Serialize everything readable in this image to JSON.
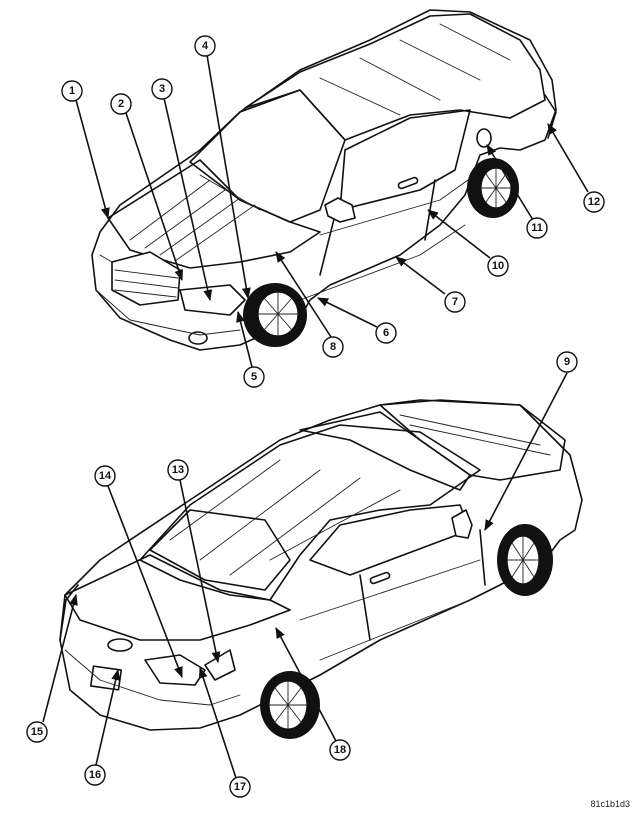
{
  "figure_id": "81c1b1d3",
  "callouts": [
    "1",
    "2",
    "3",
    "4",
    "5",
    "6",
    "7",
    "8",
    "9",
    "10",
    "11",
    "12",
    "13",
    "14",
    "15",
    "16",
    "17",
    "18"
  ]
}
